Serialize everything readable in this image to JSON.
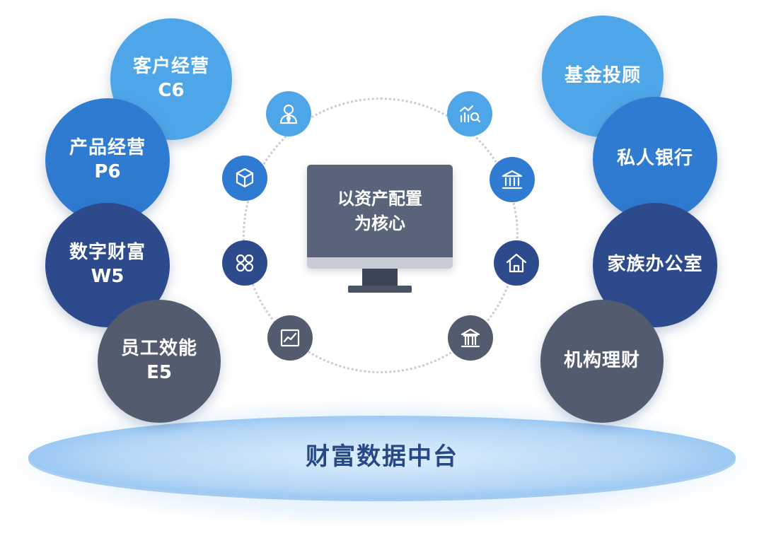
{
  "center": {
    "line1": "以资产配置",
    "line2": "为核心"
  },
  "left": [
    {
      "line1": "客户经营",
      "line2": "C6"
    },
    {
      "line1": "产品经营",
      "line2": "P6"
    },
    {
      "line1": "数字财富",
      "line2": "W5"
    },
    {
      "line1": "员工效能",
      "line2": "E5"
    }
  ],
  "right": [
    {
      "label": "基金投顾"
    },
    {
      "label": "私人银行"
    },
    {
      "label": "家族办公室"
    },
    {
      "label": "机构理财"
    }
  ],
  "platform": {
    "label": "财富数据中台"
  },
  "icons": [
    "user-tie-icon",
    "analytics-icon",
    "cube-icon",
    "bank-icon",
    "grid-icon",
    "home-icon",
    "chart-icon",
    "building-icon"
  ],
  "colors": {
    "light_blue": "#4ea6e8",
    "mid_blue": "#2f7bd2",
    "navy": "#2d4a8c",
    "slate": "#525c6e",
    "platform_text": "#274a86"
  }
}
